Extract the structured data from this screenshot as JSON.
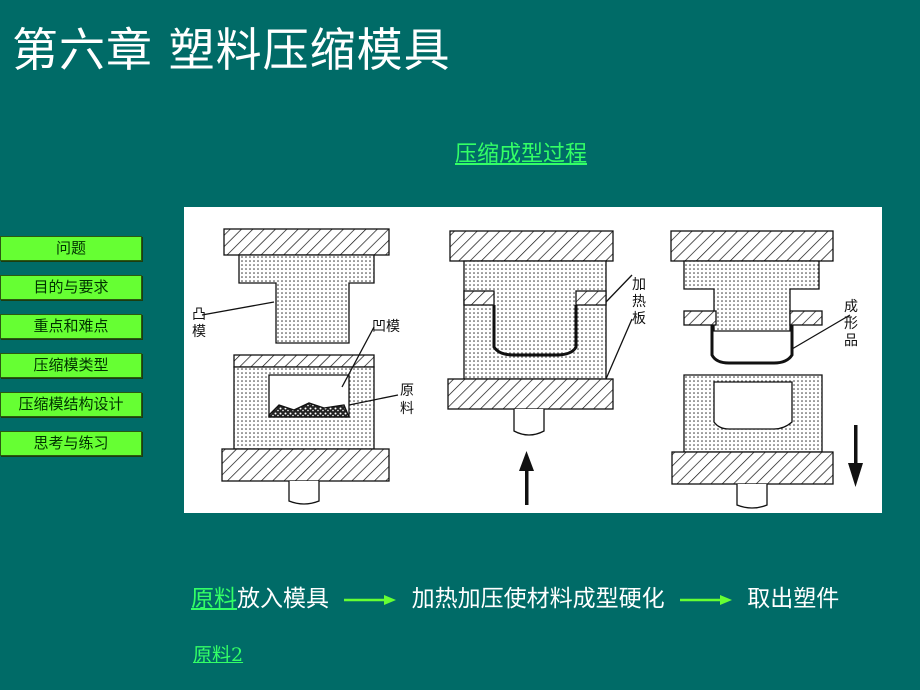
{
  "title": "第六章  塑料压缩模具",
  "subtitle_link": "压缩成型过程",
  "nav": [
    {
      "label": "问题"
    },
    {
      "label": "目的与要求"
    },
    {
      "label": "重点和难点"
    },
    {
      "label": "压缩模类型"
    },
    {
      "label": "压缩模结构设计"
    },
    {
      "label": "思考与练习"
    }
  ],
  "figure": {
    "labels": {
      "punch": "凸模",
      "die": "凹模",
      "raw": "原料",
      "heating_plate": "加热板",
      "product": "成形品"
    }
  },
  "flow": {
    "raw_link": "原料",
    "step1": "放入模具",
    "step2": "加热加压使材料成型硬化",
    "step3": "取出塑件",
    "arrow_color": "#66ff33"
  },
  "raw2_link": "原料2",
  "colors": {
    "background": "#006b67",
    "nav_button": "#66ff33",
    "link": "#33ff66"
  }
}
